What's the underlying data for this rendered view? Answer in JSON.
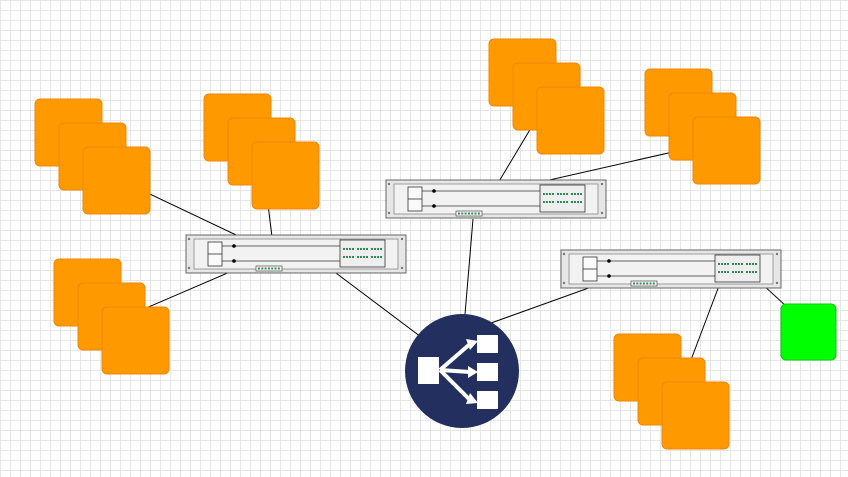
{
  "colors": {
    "server_fill": "#ff9900",
    "server_stroke": "#f08705",
    "endpoint_fill": "#00ff00",
    "endpoint_stroke": "#00cc00",
    "load_balancer_fill": "#232f5e",
    "switch_fill": "#e6e6e6",
    "switch_stroke": "#666666",
    "port_color": "#2e8b57",
    "link_color": "#000000"
  },
  "nodes": {
    "load_balancer": {
      "type": "load-balancer",
      "icon": "load-balancer-icon"
    },
    "switches": [
      {
        "id": "switch-left",
        "type": "network-switch"
      },
      {
        "id": "switch-center",
        "type": "network-switch"
      },
      {
        "id": "switch-right",
        "type": "network-switch"
      }
    ],
    "server_stacks": [
      {
        "id": "server-stack-top-left",
        "count": 3
      },
      {
        "id": "server-stack-top-mid-left",
        "count": 3
      },
      {
        "id": "server-stack-bottom-left",
        "count": 3
      },
      {
        "id": "server-stack-top-center",
        "count": 3
      },
      {
        "id": "server-stack-top-right",
        "count": 3
      },
      {
        "id": "server-stack-bottom-right",
        "count": 3
      }
    ],
    "endpoint": {
      "id": "green-endpoint",
      "type": "node"
    }
  },
  "links": [
    [
      "server-stack-top-left",
      "switch-left"
    ],
    [
      "server-stack-top-mid-left",
      "switch-left"
    ],
    [
      "server-stack-bottom-left",
      "switch-left"
    ],
    [
      "server-stack-top-center",
      "switch-center"
    ],
    [
      "server-stack-top-right",
      "switch-center"
    ],
    [
      "switch-left",
      "load-balancer"
    ],
    [
      "switch-center",
      "load-balancer"
    ],
    [
      "switch-right",
      "load-balancer"
    ],
    [
      "server-stack-bottom-right",
      "switch-right"
    ],
    [
      "green-endpoint",
      "switch-right"
    ]
  ]
}
